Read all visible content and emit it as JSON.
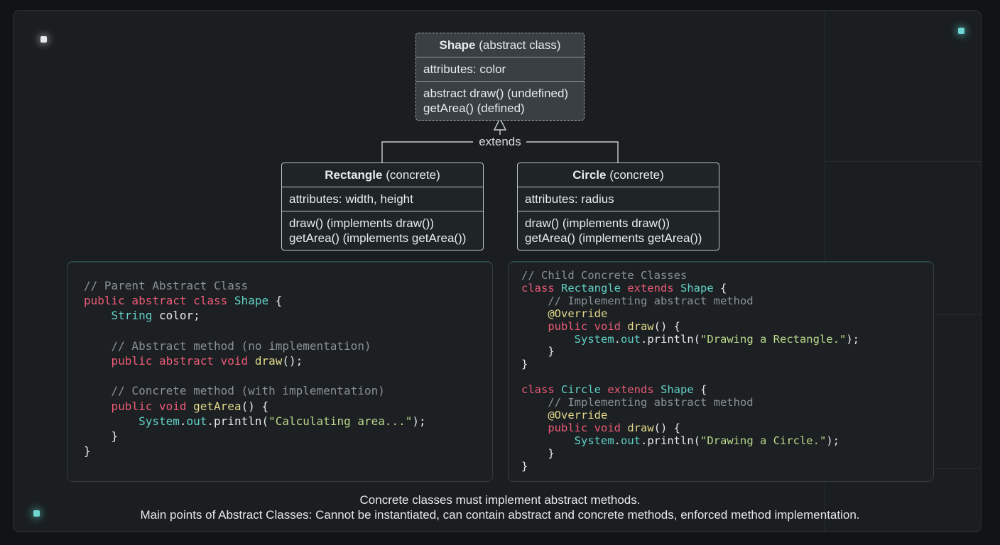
{
  "shape_class": {
    "name": "Shape",
    "stereotype": "(abstract class)",
    "attributes": "attributes: color",
    "methods": [
      "abstract draw() (undefined)",
      "getArea() (defined)"
    ]
  },
  "extends_label": "extends",
  "rectangle_class": {
    "name": "Rectangle",
    "stereotype": "(concrete)",
    "attributes": "attributes: width, height",
    "methods": [
      "draw() (implements draw())",
      "getArea() (implements getArea())"
    ]
  },
  "circle_class": {
    "name": "Circle",
    "stereotype": "(concrete)",
    "attributes": "attributes: radius",
    "methods": [
      "draw() (implements draw())",
      "getArea() (implements getArea())"
    ]
  },
  "code_left": [
    [
      {
        "t": "// Parent Abstract Class",
        "k": "cm"
      }
    ],
    [
      {
        "t": "public abstract class ",
        "k": "kw"
      },
      {
        "t": "Shape",
        "k": "ty"
      },
      {
        "t": " {",
        "k": "pl"
      }
    ],
    [
      {
        "t": "    ",
        "k": "pl"
      },
      {
        "t": "String",
        "k": "ty"
      },
      {
        "t": " color;",
        "k": "pl"
      }
    ],
    [],
    [
      {
        "t": "    // Abstract method (no implementation)",
        "k": "cm"
      }
    ],
    [
      {
        "t": "    public abstract void ",
        "k": "kw"
      },
      {
        "t": "draw",
        "k": "fn"
      },
      {
        "t": "();",
        "k": "pl"
      }
    ],
    [],
    [
      {
        "t": "    // Concrete method (with implementation)",
        "k": "cm"
      }
    ],
    [
      {
        "t": "    public void ",
        "k": "kw"
      },
      {
        "t": "getArea",
        "k": "fn"
      },
      {
        "t": "() {",
        "k": "pl"
      }
    ],
    [
      {
        "t": "        ",
        "k": "pl"
      },
      {
        "t": "System",
        "k": "ty"
      },
      {
        "t": ".",
        "k": "pl"
      },
      {
        "t": "out",
        "k": "ty"
      },
      {
        "t": ".println(",
        "k": "pl"
      },
      {
        "t": "\"Calculating area...\"",
        "k": "st"
      },
      {
        "t": ");",
        "k": "pl"
      }
    ],
    [
      {
        "t": "    }",
        "k": "pl"
      }
    ],
    [
      {
        "t": "}",
        "k": "pl"
      }
    ]
  ],
  "code_right": [
    [
      {
        "t": "// Child Concrete Classes",
        "k": "cm"
      }
    ],
    [
      {
        "t": "class ",
        "k": "kw"
      },
      {
        "t": "Rectangle",
        "k": "ty"
      },
      {
        "t": " extends ",
        "k": "kw"
      },
      {
        "t": "Shape",
        "k": "ty"
      },
      {
        "t": " {",
        "k": "pl"
      }
    ],
    [
      {
        "t": "    // Implementing abstract method",
        "k": "cm"
      }
    ],
    [
      {
        "t": "    @Override",
        "k": "an"
      }
    ],
    [
      {
        "t": "    public void ",
        "k": "kw"
      },
      {
        "t": "draw",
        "k": "fn"
      },
      {
        "t": "() {",
        "k": "pl"
      }
    ],
    [
      {
        "t": "        ",
        "k": "pl"
      },
      {
        "t": "System",
        "k": "ty"
      },
      {
        "t": ".",
        "k": "pl"
      },
      {
        "t": "out",
        "k": "ty"
      },
      {
        "t": ".println(",
        "k": "pl"
      },
      {
        "t": "\"Drawing a Rectangle.\"",
        "k": "st"
      },
      {
        "t": ");",
        "k": "pl"
      }
    ],
    [
      {
        "t": "    }",
        "k": "pl"
      }
    ],
    [
      {
        "t": "}",
        "k": "pl"
      }
    ],
    [],
    [
      {
        "t": "class ",
        "k": "kw"
      },
      {
        "t": "Circle",
        "k": "ty"
      },
      {
        "t": " extends ",
        "k": "kw"
      },
      {
        "t": "Shape",
        "k": "ty"
      },
      {
        "t": " {",
        "k": "pl"
      }
    ],
    [
      {
        "t": "    // Implementing abstract method",
        "k": "cm"
      }
    ],
    [
      {
        "t": "    @Override",
        "k": "an"
      }
    ],
    [
      {
        "t": "    public void ",
        "k": "kw"
      },
      {
        "t": "draw",
        "k": "fn"
      },
      {
        "t": "() {",
        "k": "pl"
      }
    ],
    [
      {
        "t": "        ",
        "k": "pl"
      },
      {
        "t": "System",
        "k": "ty"
      },
      {
        "t": ".",
        "k": "pl"
      },
      {
        "t": "out",
        "k": "ty"
      },
      {
        "t": ".println(",
        "k": "pl"
      },
      {
        "t": "\"Drawing a Circle.\"",
        "k": "st"
      },
      {
        "t": ");",
        "k": "pl"
      }
    ],
    [
      {
        "t": "    }",
        "k": "pl"
      }
    ],
    [
      {
        "t": "}",
        "k": "pl"
      }
    ]
  ],
  "caption": {
    "line1": "Concrete classes must implement abstract methods.",
    "line2": "Main points of Abstract Classes: Cannot be instantiated, can contain abstract and concrete methods, enforced method implementation."
  },
  "colors": {
    "keyword": "#ec5a75",
    "type": "#62d0c6",
    "function": "#e3d98a",
    "string": "#b9d98a",
    "comment": "#8a9196"
  }
}
